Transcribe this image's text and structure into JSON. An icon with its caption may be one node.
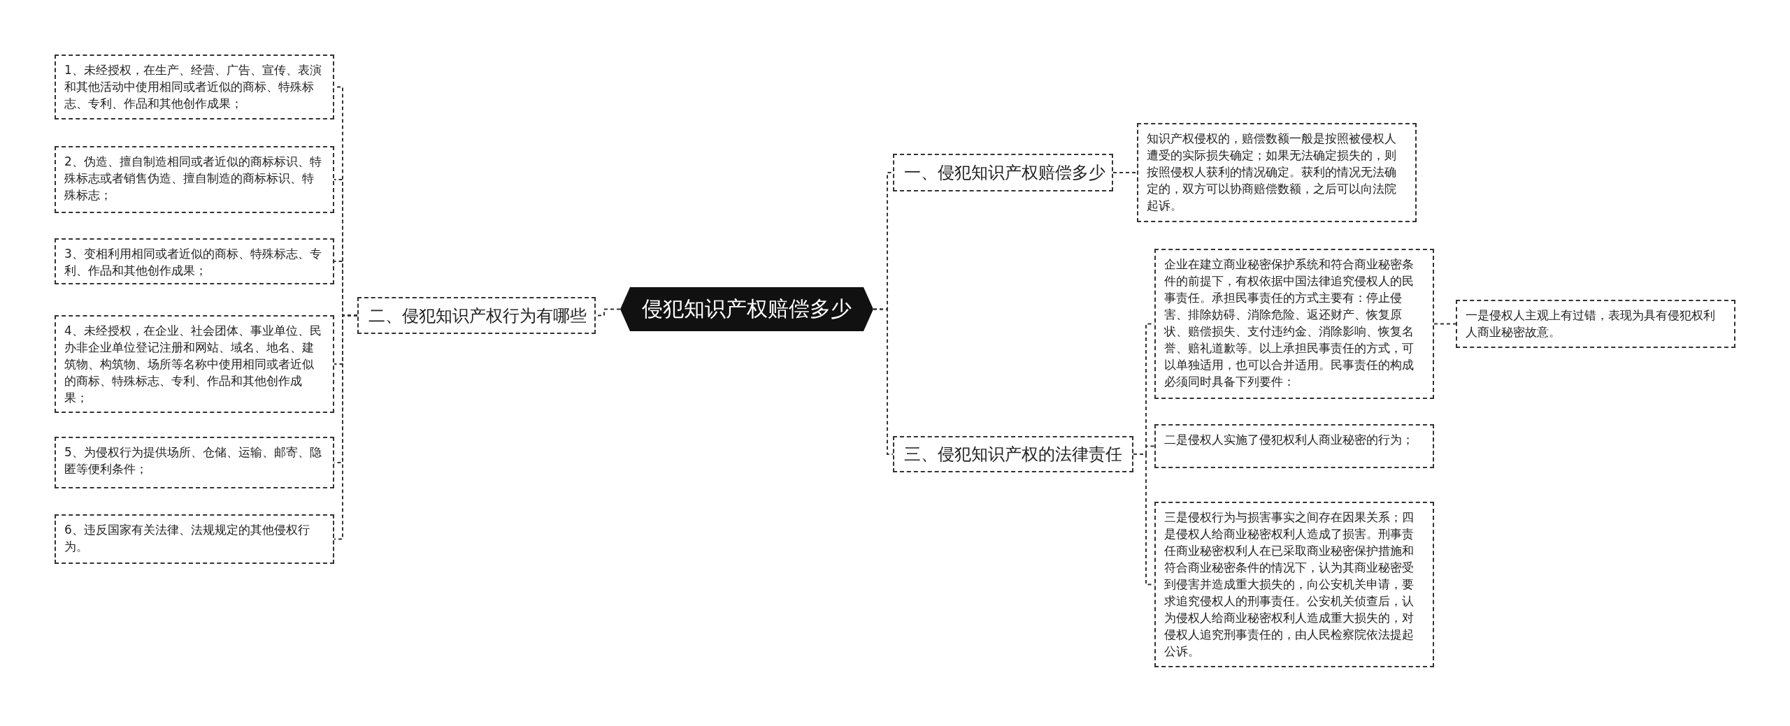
{
  "diagram": {
    "nodes": [
      {
        "text": [
          "侵犯知识产权赔偿多少"
        ]
      },
      {
        "text": [
          "二、侵犯知识产权行为有哪些"
        ]
      },
      {
        "text": [
          "1、未经授权，在生产、经营、广告、宣传、表演和其他活动中使用相同或者近似的商标、特殊标志、专利、作品和其他创作成果；"
        ]
      },
      {
        "text": [
          "2、伪造、擅自制造相同或者近似的商标标识、特殊标志或者销售伪造、擅自制造的商标标识、特殊标志；"
        ]
      },
      {
        "text": [
          "3、变相利用相同或者近似的商标、特殊标志、专利、作品和其他创作成果；"
        ]
      },
      {
        "text": [
          "4、未经授权，在企业、社会团体、事业单位、民办非企业单位登记注册和网站、域名、地名、建筑物、构筑物、场所等名称中使用相同或者近似的商标、特殊标志、专利、作品和其他创作成果；"
        ]
      },
      {
        "text": [
          "5、为侵权行为提供场所、仓储、运输、邮寄、隐匿等便利条件；"
        ]
      },
      {
        "text": [
          "6、违反国家有关法律、法规规定的其他侵权行为。"
        ]
      },
      {
        "text": [
          "一、侵犯知识产权赔偿多少"
        ]
      },
      {
        "text": [
          "知识产权侵权的，赔偿数额一般是按照被侵权人遭受的实际损失确定；如果无法确定损失的，则按照侵权人获利的情况确定。获利的情况无法确定的，双方可以协商赔偿数额，之后可以向法院起诉。"
        ]
      },
      {
        "text": [
          "三、侵犯知识产权的法律责任"
        ]
      },
      {
        "text": [
          "企业在建立商业秘密保护系统和符合商业秘密条件的前提下，有权依据中国法律追究侵权人的民事责任。承担民事责任的方式主要有：停止侵害、排除妨碍、消除危险、返还财产、恢复原状、赔偿损失、支付违约金、消除影响、恢复名誉、赔礼道歉等。以上承担民事责任的方式，可以单独适用，也可以合并适用。民事责任的构成必须同时具备下列要件："
        ]
      },
      {
        "text": [
          "一是侵权人主观上有过错，表现为具有侵犯权利人商业秘密故意。"
        ]
      },
      {
        "text": [
          "二是侵权人实施了侵犯权利人商业秘密的行为；"
        ]
      },
      {
        "text": [
          "三是侵权行为与损害事实之间存在因果关系；四是侵权人给商业秘密权利人造成了损害。刑事责任商业秘密权利人在已采取商业秘密保护措施和符合商业秘密条件的情况下，认为其商业秘密受到侵害并造成重大损失的，向公安机关申请，要求追究侵权人的刑事责任。公安机关侦查后，认为侵权人给商业秘密权利人造成重大损失的，对侵权人追究刑事责任的，由人民检察院依法提起公诉。"
        ]
      }
    ],
    "edges": [
      {
        "from": 0,
        "to": 1,
        "arrow": "none"
      },
      {
        "from": 1,
        "to": 2,
        "arrow": "none"
      },
      {
        "from": 1,
        "to": 3,
        "arrow": "none"
      },
      {
        "from": 1,
        "to": 4,
        "arrow": "none"
      },
      {
        "from": 1,
        "to": 5,
        "arrow": "none"
      },
      {
        "from": 1,
        "to": 6,
        "arrow": "none"
      },
      {
        "from": 1,
        "to": 7,
        "arrow": "none"
      },
      {
        "from": 0,
        "to": 8,
        "arrow": "none"
      },
      {
        "from": 8,
        "to": 9,
        "arrow": "none"
      },
      {
        "from": 0,
        "to": 10,
        "arrow": "none"
      },
      {
        "from": 10,
        "to": 11,
        "arrow": "none"
      },
      {
        "from": 11,
        "to": 12,
        "arrow": "none"
      },
      {
        "from": 10,
        "to": 13,
        "arrow": "none"
      },
      {
        "from": 10,
        "to": 14,
        "arrow": "none"
      }
    ]
  }
}
